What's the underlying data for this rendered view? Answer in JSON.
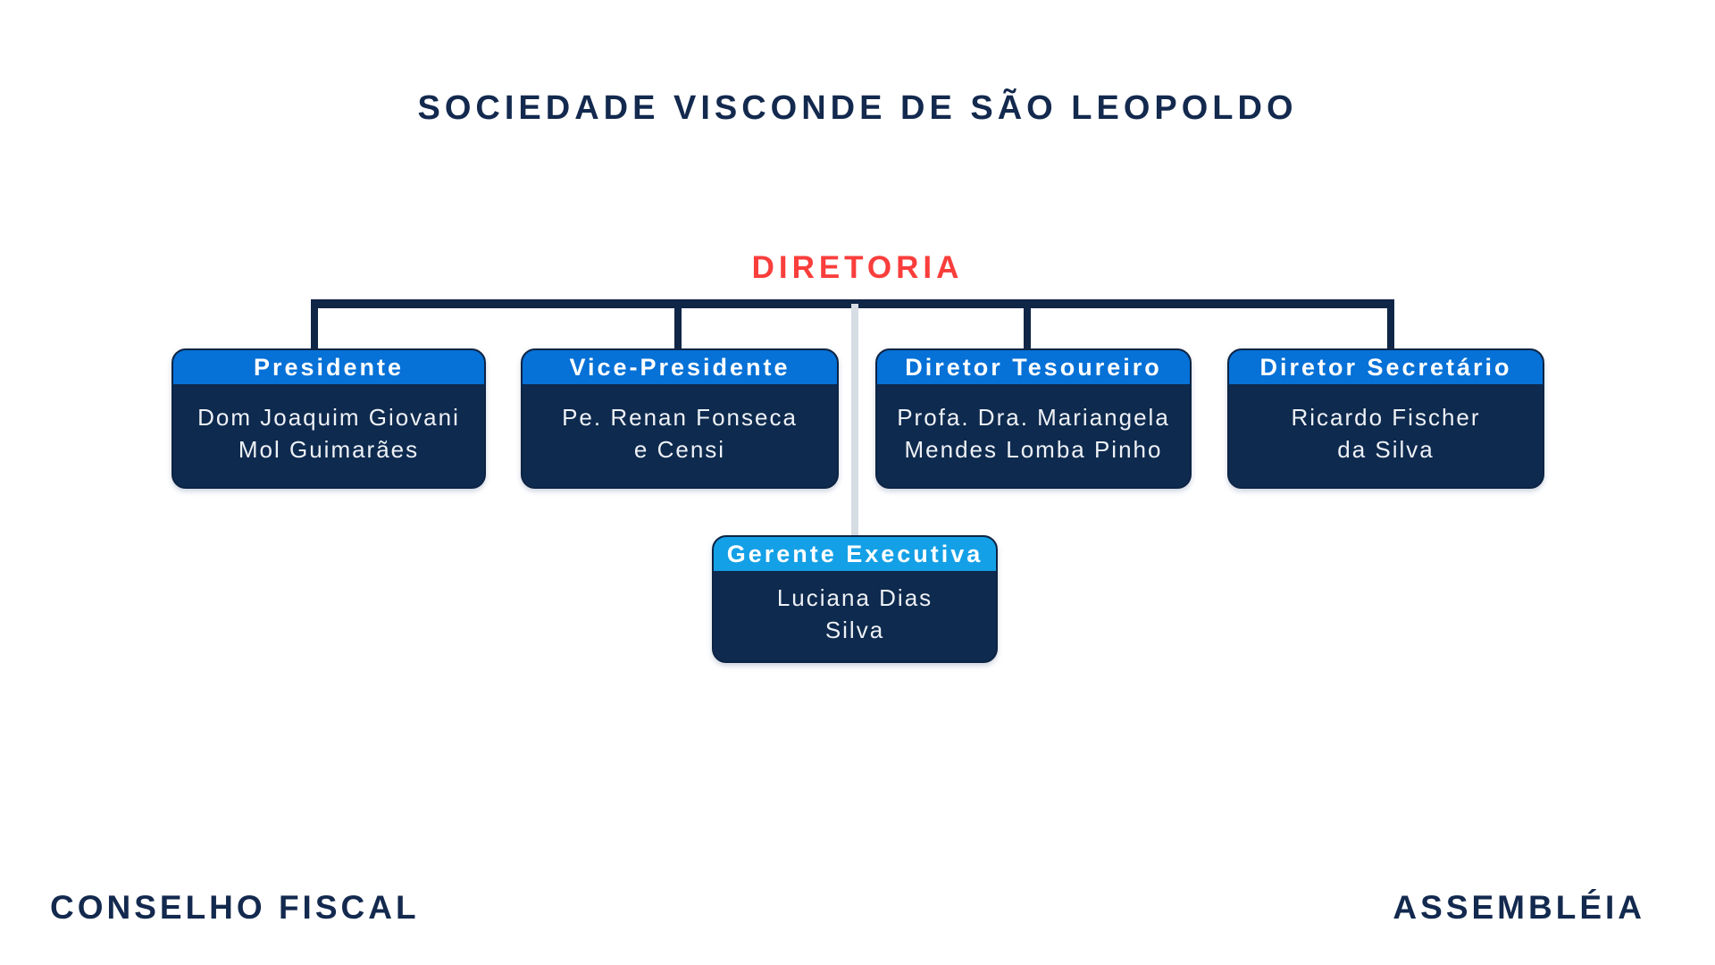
{
  "title": "SOCIEDADE VISCONDE DE SÃO LEOPOLDO",
  "directorate": {
    "label": "DIRETORIA"
  },
  "boxes": [
    {
      "role": "Presidente",
      "line1": "Dom Joaquim Giovani",
      "line2": "Mol Guimarães"
    },
    {
      "role": "Vice-Presidente",
      "line1": "Pe. Renan Fonseca",
      "line2": "e Censi"
    },
    {
      "role": "Diretor Tesoureiro",
      "line1": "Profa. Dra. Mariangela",
      "line2": "Mendes Lomba Pinho"
    },
    {
      "role": "Diretor Secretário",
      "line1": "Ricardo Fischer",
      "line2": "da Silva"
    }
  ],
  "manager": {
    "role": "Gerente Executiva",
    "line1": "Luciana Dias",
    "line2": "Silva"
  },
  "footer": {
    "left": "CONSELHO FISCAL",
    "right": "ASSEMBLÉIA"
  },
  "colors": {
    "title_navy": "#13294e",
    "diretoria_red": "#f93e3c",
    "box_body_navy": "#0e2a4e",
    "box_header_blue": "#0671d7",
    "manager_header_blue": "#14a0e6",
    "connector_navy": "#102647",
    "connector_gray": "#d7dde5",
    "box_text": "#ffffff",
    "background": "#ffffff"
  }
}
